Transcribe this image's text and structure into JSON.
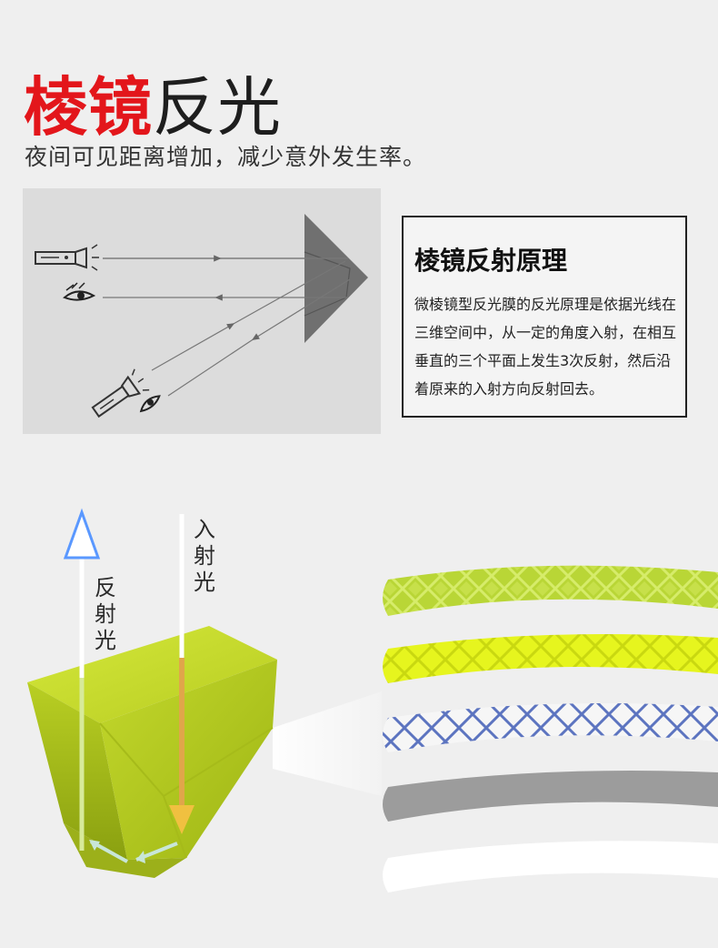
{
  "header": {
    "title_highlight": "棱镜",
    "title_rest": "反光",
    "subtitle": "夜间可见距离增加，减少意外发生率。"
  },
  "info": {
    "title": "棱镜反射原理",
    "body": "微棱镜型反光膜的反光原理是依据光线在三维空间中，从一定的角度入射，在相互垂直的三个平面上发生3次反射，然后沿着原来的入射方向反射回去。"
  },
  "labels": {
    "incident": [
      "入",
      "射",
      "光"
    ],
    "reflected": [
      "反",
      "射",
      "光"
    ]
  },
  "tapes": [
    {
      "name": "lime-green-prism",
      "color": "#b9d636"
    },
    {
      "name": "fluorescent-yellow-prism",
      "color": "#e4f51c"
    },
    {
      "name": "white-blue-grid",
      "color": "#f5f5f5"
    },
    {
      "name": "silver-grey",
      "color": "#9a9a9a"
    },
    {
      "name": "white",
      "color": "#ffffff"
    }
  ],
  "colors": {
    "red": "#e3161b",
    "prism": "#c6dc2a",
    "blue_arrow": "#1e6ef0",
    "red_arrow": "#e8281e"
  }
}
